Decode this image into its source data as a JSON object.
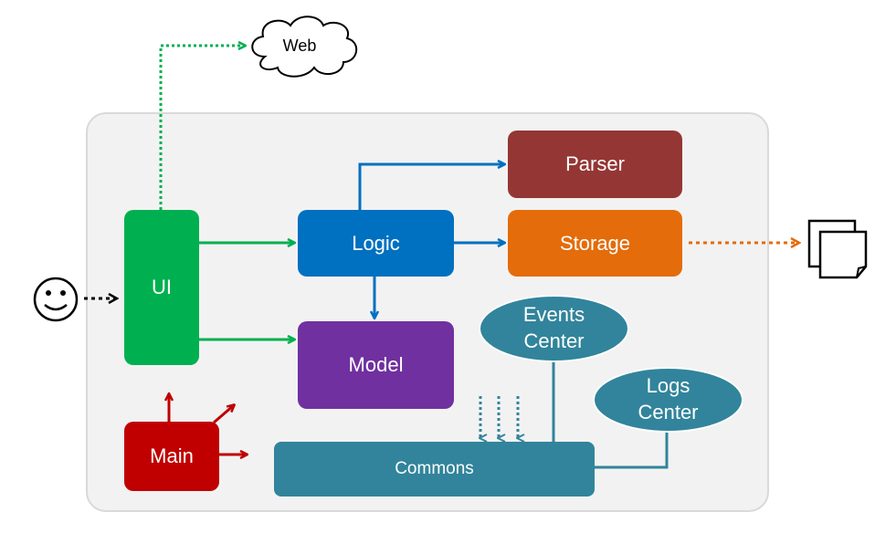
{
  "nodes": {
    "web": {
      "label": "Web"
    },
    "ui": {
      "label": "UI",
      "color": "#00b050"
    },
    "logic": {
      "label": "Logic",
      "color": "#0070c0"
    },
    "parser": {
      "label": "Parser",
      "color": "#943634"
    },
    "storage": {
      "label": "Storage",
      "color": "#e46c0a"
    },
    "model": {
      "label": "Model",
      "color": "#7030a0"
    },
    "events_center": {
      "line1": "Events",
      "line2": "Center",
      "color": "#31849b"
    },
    "logs_center": {
      "line1": "Logs",
      "line2": "Center",
      "color": "#31849b"
    },
    "main": {
      "label": "Main",
      "color": "#c00000"
    },
    "commons": {
      "label": "Commons",
      "color": "#31849b"
    }
  },
  "edge_colors": {
    "ui_arrows": "#00b050",
    "logic_arrows": "#0070c0",
    "main_arrows": "#c00000",
    "storage_arrow": "#e46c0a",
    "commons_lines": "#31849b",
    "user_arrow": "#000000"
  },
  "icons": {
    "user": "smiley-face-icon",
    "files": "document-stack-icon",
    "web": "cloud-icon"
  }
}
